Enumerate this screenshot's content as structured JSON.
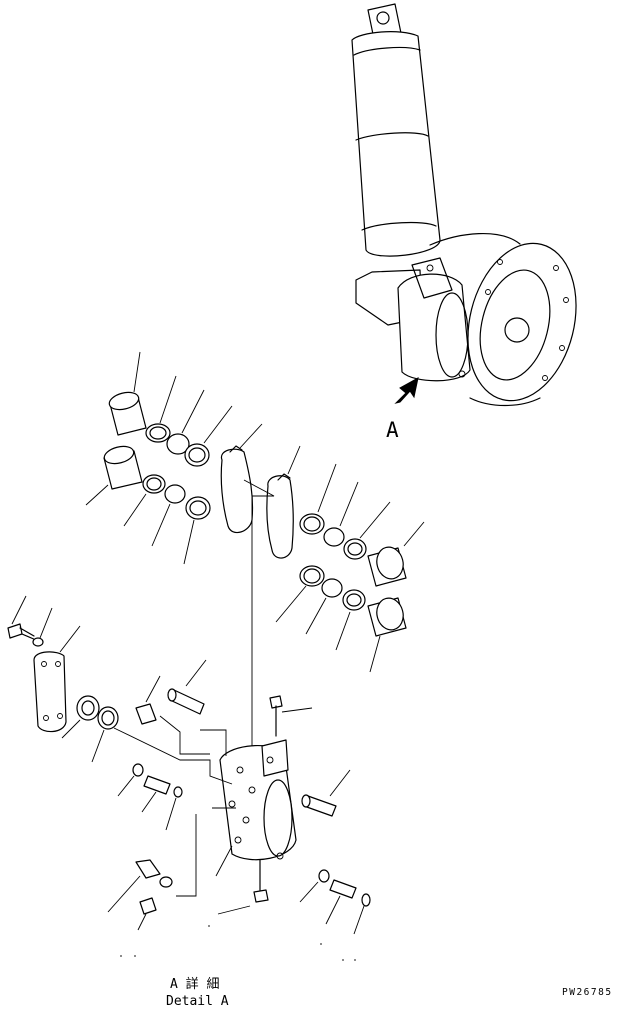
{
  "callout_letter": "A",
  "caption": {
    "line1": "A 詳 細",
    "line2": "Detail A"
  },
  "figure_code": "PW26785"
}
